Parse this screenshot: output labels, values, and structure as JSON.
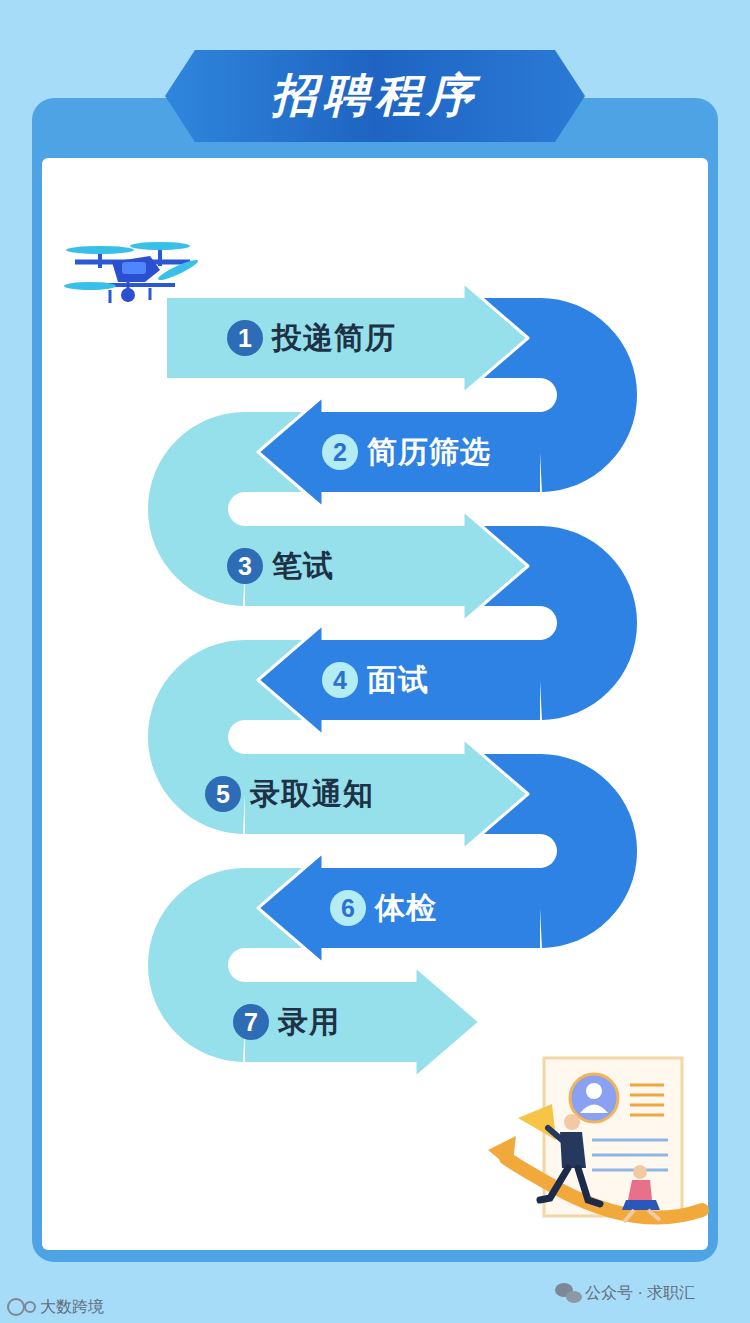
{
  "diagram": {
    "title": "招聘程序",
    "nodes": [
      {
        "text": [
          "1",
          "投递简历"
        ]
      },
      {
        "text": [
          "2",
          "简历筛选"
        ]
      },
      {
        "text": [
          "3",
          "笔试"
        ]
      },
      {
        "text": [
          "4",
          "面试"
        ]
      },
      {
        "text": [
          "5",
          "录取通知"
        ]
      },
      {
        "text": [
          "6",
          "体检"
        ]
      },
      {
        "text": [
          "7",
          "录用"
        ]
      }
    ],
    "edges": [
      {
        "from": 0,
        "to": 1,
        "arrow": "none"
      },
      {
        "from": 1,
        "to": 2,
        "arrow": "none"
      },
      {
        "from": 2,
        "to": 3,
        "arrow": "none"
      },
      {
        "from": 3,
        "to": 4,
        "arrow": "none"
      },
      {
        "from": 4,
        "to": 5,
        "arrow": "none"
      },
      {
        "from": 5,
        "to": 6,
        "arrow": "none"
      }
    ],
    "labels": [
      "大数跨境",
      "公众号 · 求职汇"
    ]
  }
}
